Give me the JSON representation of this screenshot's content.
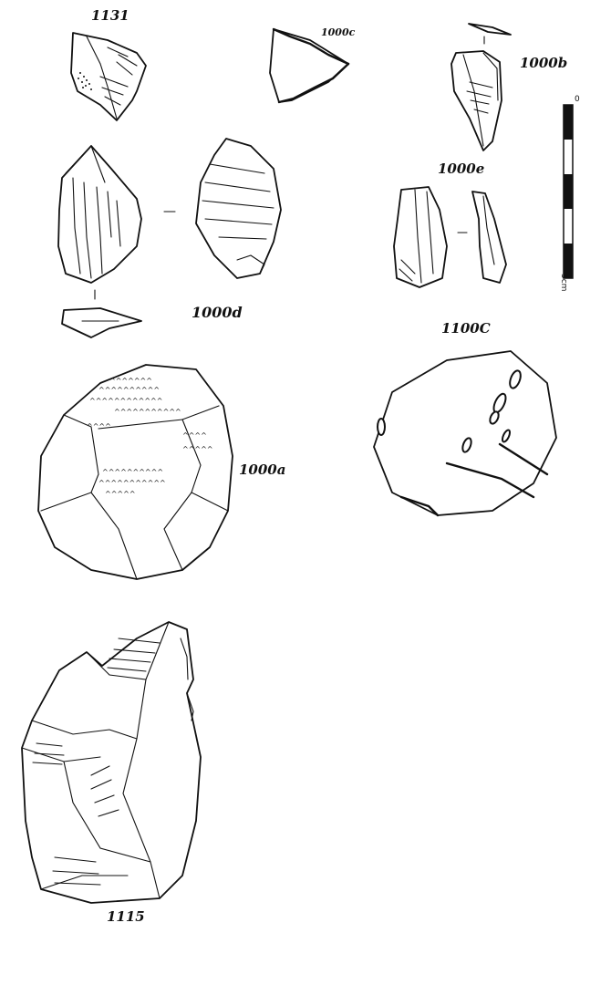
{
  "plate": {
    "labels": {
      "a1131": "1131",
      "a1000c": "1000c",
      "a1000b": "1000b",
      "a1000e": "1000e",
      "a1000d": "1000d",
      "a1100c": "1100C",
      "a1000a": "1000a",
      "a1115": "1115"
    },
    "scale_bar": {
      "zero_label": "0",
      "end_label": "5cm"
    }
  }
}
